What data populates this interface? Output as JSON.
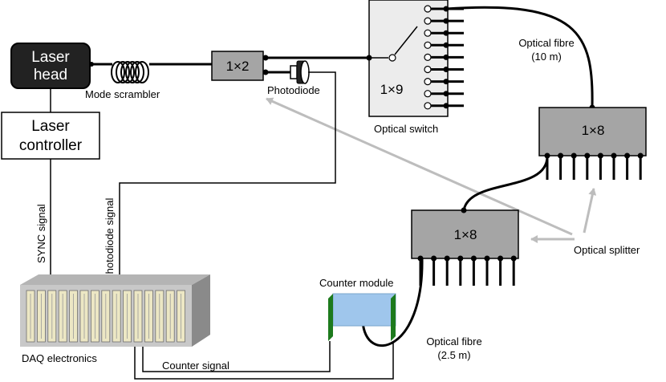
{
  "colors": {
    "laser_head_fill": "#222222",
    "box_grey": "#a5a5a5",
    "switch_fill": "#ececec",
    "annotation_arrow": "#bdbdbd",
    "counter_body": "#9fc6ec",
    "counter_bracket": "#1d7a1d",
    "daq_face": "#c8c8c8",
    "daq_card": "#ece7c4"
  },
  "icons": {
    "mode_scrambler": "coil-icon",
    "photodiode": "photodiode-icon",
    "arrows": "arrow-icon"
  },
  "labels": {
    "laser_head_line1": "Laser",
    "laser_head_line2": "head",
    "laser_controller_line1": "Laser",
    "laser_controller_line2": "controller",
    "mode_scrambler": "Mode scrambler",
    "splitter_1x2": "1×2",
    "photodiode": "Photodiode",
    "switch_ratio": "1×9",
    "optical_switch": "Optical switch",
    "fibre_10m_line1": "Optical fibre",
    "fibre_10m_line2": "(10 m)",
    "splitter_top_ratio": "1×8",
    "splitter_bottom_ratio": "1×8",
    "optical_splitter": "Optical splitter",
    "sync_signal": "SYNC signal",
    "photodiode_signal": "Photodiode signal",
    "counter_module": "Counter module",
    "fibre_25m_line1": "Optical fibre",
    "fibre_25m_line2": "(2.5 m)",
    "counter_signal": "Counter signal",
    "daq_electronics": "DAQ electronics"
  }
}
